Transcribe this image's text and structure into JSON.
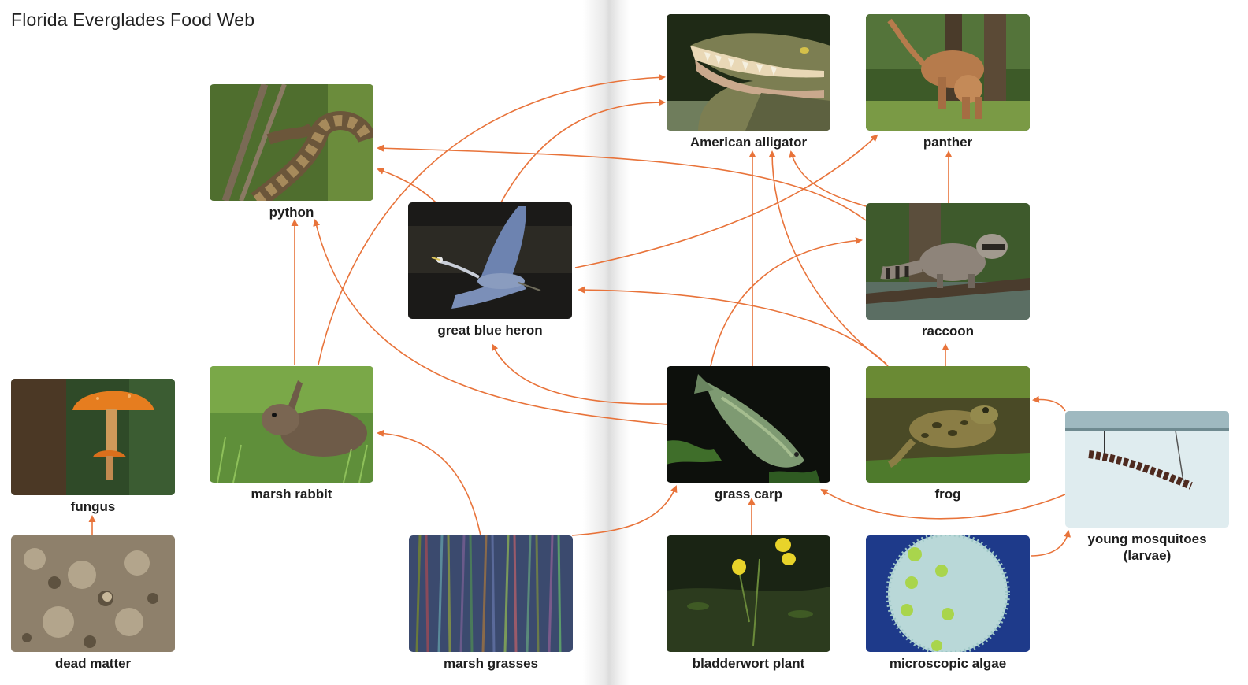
{
  "title": "Florida Everglades Food Web",
  "accent_color": "#e8733a",
  "organisms": {
    "alligator": {
      "label": "American alligator"
    },
    "panther": {
      "label": "panther"
    },
    "python": {
      "label": "python"
    },
    "heron": {
      "label": "great blue heron"
    },
    "raccoon": {
      "label": "raccoon"
    },
    "fungus": {
      "label": "fungus"
    },
    "rabbit": {
      "label": "marsh rabbit"
    },
    "carp": {
      "label": "grass carp"
    },
    "frog": {
      "label": "frog"
    },
    "mosquito": {
      "label_line1": "young mosquitoes",
      "label_line2": "(larvae)"
    },
    "dead_matter": {
      "label": "dead matter"
    },
    "grasses": {
      "label": "marsh grasses"
    },
    "bladderwort": {
      "label": "bladderwort plant"
    },
    "algae": {
      "label": "microscopic algae"
    }
  }
}
